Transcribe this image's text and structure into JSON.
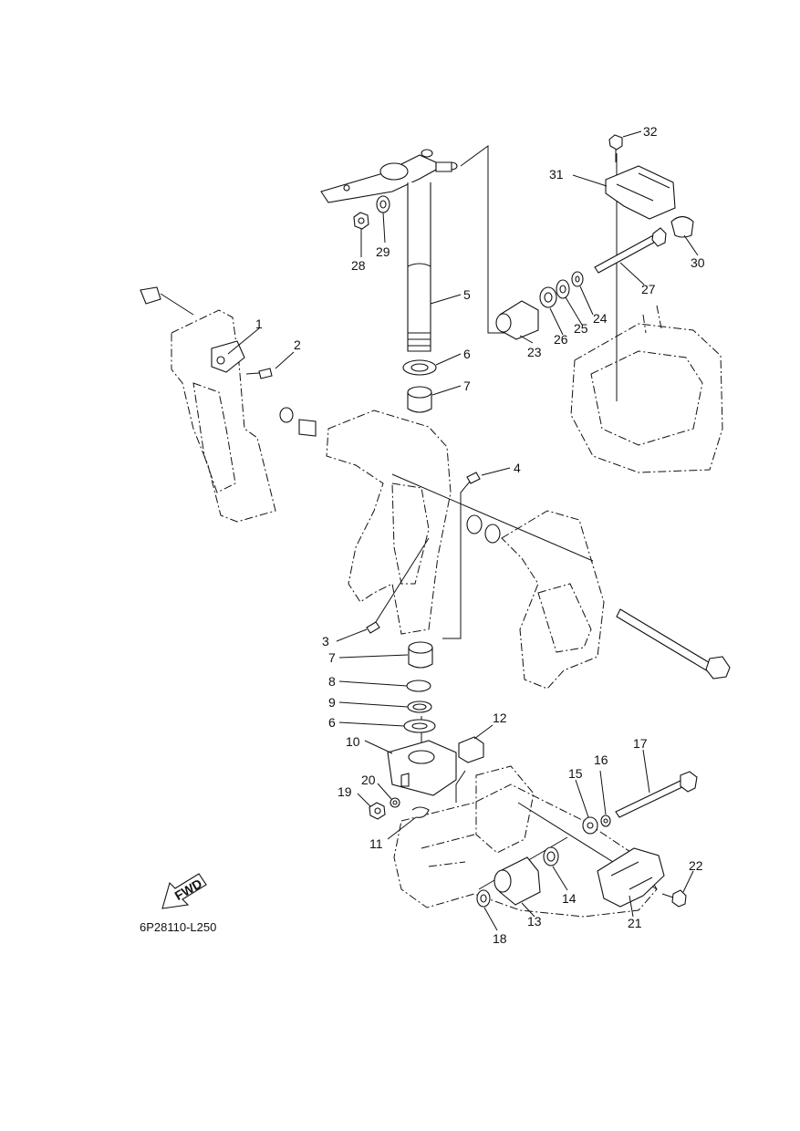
{
  "diagram": {
    "catalog_code": "6P28110-L250",
    "fwd_label": "FWD",
    "callouts": [
      "1",
      "2",
      "3",
      "4",
      "5",
      "6",
      "6",
      "7",
      "7",
      "8",
      "9",
      "10",
      "11",
      "12",
      "13",
      "14",
      "15",
      "16",
      "17",
      "18",
      "19",
      "20",
      "21",
      "22",
      "23",
      "24",
      "25",
      "26",
      "27",
      "28",
      "29",
      "30",
      "31",
      "32"
    ]
  }
}
